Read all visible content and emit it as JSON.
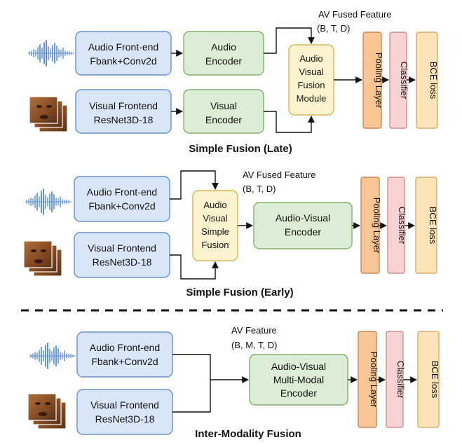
{
  "colors": {
    "frontend_fill": "#d9e6f7",
    "frontend_stroke": "#6a8fcf",
    "encoder_fill": "#dcedd6",
    "encoder_stroke": "#82b06d",
    "fusion_fill": "#fdf3cf",
    "fusion_stroke": "#d9b55b",
    "pooling_fill": "#f8c594",
    "pooling_stroke": "#c9895a",
    "classifier_fill": "#f9d3d3",
    "classifier_stroke": "#cf8e8e",
    "loss_fill": "#fde4b8",
    "loss_stroke": "#d8ad6a",
    "waveform": "#5b8fd6"
  },
  "late": {
    "audio_frontend": [
      "Audio Front-end",
      "Fbank+Conv2d"
    ],
    "visual_frontend": [
      "Visual Frontend",
      "ResNet3D-18"
    ],
    "audio_encoder": [
      "Audio",
      "Encoder"
    ],
    "visual_encoder": [
      "Visual",
      "Encoder"
    ],
    "fusion": [
      "Audio",
      "Visual",
      "Fusion",
      "Module"
    ],
    "feature_label": "AV Fused Feature",
    "feature_shape": "(B, T, D)",
    "pooling": "Pooling Layer",
    "classifier": "Classifier",
    "loss": "BCE loss",
    "caption": "Simple Fusion (Late)"
  },
  "early": {
    "audio_frontend": [
      "Audio Front-end",
      "Fbank+Conv2d"
    ],
    "visual_frontend": [
      "Visual Frontend",
      "ResNet3D-18"
    ],
    "fusion": [
      "Audio",
      "Visual",
      "Simple",
      "Fusion"
    ],
    "encoder": [
      "Audio-Visual",
      "Encoder"
    ],
    "feature_label": "AV Fused Feature",
    "feature_shape": "(B, T, D)",
    "pooling": "Pooling Layer",
    "classifier": "Classifier",
    "loss": "BCE loss",
    "caption": "Simple Fusion (Early)"
  },
  "inter": {
    "audio_frontend": [
      "Audio Front-end",
      "Fbank+Conv2d"
    ],
    "visual_frontend": [
      "Visual Frontend",
      "ResNet3D-18"
    ],
    "encoder": [
      "Audio-Visual",
      "Multi-Modal",
      "Encoder"
    ],
    "feature_label": "AV Feature",
    "feature_shape": "(B, M, T, D)",
    "pooling": "Pooling Layer",
    "classifier": "Classifier",
    "loss": "BCE loss",
    "caption": "Inter-Modality Fusion"
  }
}
